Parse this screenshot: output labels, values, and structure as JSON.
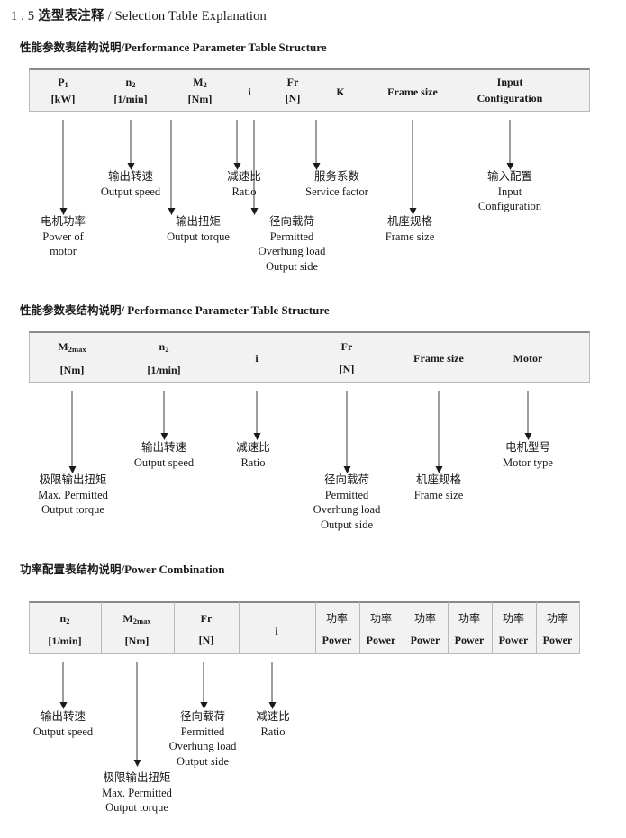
{
  "document": {
    "title_number": "1 . 5",
    "title_cn": "选型表注释",
    "title_sep": "/",
    "title_en": "Selection Table Explanation"
  },
  "sections": [
    {
      "heading_cn": "性能参数表结构说明",
      "heading_sep": "/",
      "heading_en": "Performance Parameter Table Structure",
      "table": {
        "name": "performance-parameter-table",
        "bordered_cells": false,
        "columns": [
          {
            "symbol": "P",
            "sub": "1",
            "unit": "[kW]"
          },
          {
            "symbol": "n",
            "sub": "2",
            "unit": "[1/min]"
          },
          {
            "symbol": "M",
            "sub": "2",
            "unit": "[Nm]"
          },
          {
            "symbol": "i",
            "sub": "",
            "unit": ""
          },
          {
            "symbol": "Fr",
            "sub": "",
            "unit": "[N]"
          },
          {
            "symbol": "K",
            "sub": "",
            "unit": ""
          },
          {
            "symbol": "Frame size",
            "sub": "",
            "unit": ""
          },
          {
            "symbol": "Input",
            "sub": "",
            "unit": "Configuration"
          }
        ]
      },
      "annotations": [
        {
          "cn": "电机功率",
          "en": [
            "Power of",
            "motor"
          ]
        },
        {
          "cn": "输出转速",
          "en": [
            "Output speed"
          ]
        },
        {
          "cn": "输出扭矩",
          "en": [
            "Output torque"
          ]
        },
        {
          "cn": "减速比",
          "en": [
            "Ratio"
          ]
        },
        {
          "cn": "径向载荷",
          "en": [
            "Permitted",
            "Overhung load",
            "Output side"
          ]
        },
        {
          "cn": "服务系数",
          "en": [
            "Service factor"
          ]
        },
        {
          "cn": "机座规格",
          "en": [
            "Frame size"
          ]
        },
        {
          "cn": "输入配置",
          "en": [
            "Input",
            "Configuration"
          ]
        }
      ]
    },
    {
      "heading_cn": "性能参数表结构说明",
      "heading_sep": "/",
      "heading_en": "Performance Parameter Table Structure",
      "table": {
        "name": "max-torque-parameter-table",
        "bordered_cells": false,
        "columns": [
          {
            "symbol": "M",
            "sub": "2max",
            "unit": "[Nm]"
          },
          {
            "symbol": "n",
            "sub": "2",
            "unit": "[1/min]"
          },
          {
            "symbol": "i",
            "sub": "",
            "unit": ""
          },
          {
            "symbol": "Fr",
            "sub": "",
            "unit": "[N]"
          },
          {
            "symbol": "Frame size",
            "sub": "",
            "unit": ""
          },
          {
            "symbol": "Motor",
            "sub": "",
            "unit": ""
          }
        ]
      },
      "annotations": [
        {
          "cn": "极限输出扭矩",
          "en": [
            "Max. Permitted",
            "Output  torque"
          ]
        },
        {
          "cn": "输出转速",
          "en": [
            "Output speed"
          ]
        },
        {
          "cn": "减速比",
          "en": [
            "Ratio"
          ]
        },
        {
          "cn": "径向载荷",
          "en": [
            "Permitted",
            "Overhung load",
            "Output side"
          ]
        },
        {
          "cn": "机座规格",
          "en": [
            "Frame size"
          ]
        },
        {
          "cn": "电机型号",
          "en": [
            "Motor type"
          ]
        }
      ]
    },
    {
      "heading_cn": "功率配置表结构说明",
      "heading_sep": "/",
      "heading_en": "Power Combination",
      "table": {
        "name": "power-combination-table",
        "bordered_cells": true,
        "columns": [
          {
            "symbol": "n",
            "sub": "2",
            "unit": "[1/min]"
          },
          {
            "symbol": "M",
            "sub": "2max",
            "unit": "[Nm]"
          },
          {
            "symbol": "Fr",
            "sub": "",
            "unit": "[N]"
          },
          {
            "symbol": "i",
            "sub": "",
            "unit": ""
          },
          {
            "symbol_cn": "功率",
            "unit": "Power"
          },
          {
            "symbol_cn": "功率",
            "unit": "Power"
          },
          {
            "symbol_cn": "功率",
            "unit": "Power"
          },
          {
            "symbol_cn": "功率",
            "unit": "Power"
          },
          {
            "symbol_cn": "功率",
            "unit": "Power"
          },
          {
            "symbol_cn": "功率",
            "unit": "Power"
          }
        ]
      },
      "annotations": [
        {
          "cn": "输出转速",
          "en": [
            "Output speed"
          ]
        },
        {
          "cn": "极限输出扭矩",
          "en": [
            "Max. Permitted",
            "Output  torque"
          ]
        },
        {
          "cn": "径向载荷",
          "en": [
            "Permitted",
            "Overhung load",
            "Output side"
          ]
        },
        {
          "cn": "减速比",
          "en": [
            "Ratio"
          ]
        }
      ]
    }
  ]
}
